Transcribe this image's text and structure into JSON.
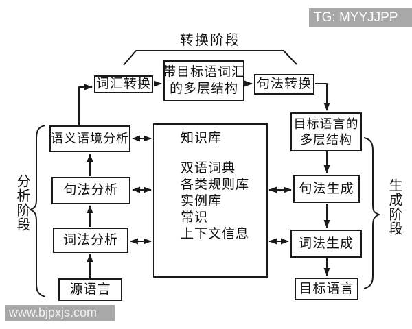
{
  "phase_labels": {
    "transfer": "转换阶段",
    "analysis": "分析阶段",
    "generation": "生成阶段"
  },
  "transfer_row": {
    "lexical_transfer": "词汇转换",
    "target_vocab_structure": {
      "line1": "带目标语词汇",
      "line2": "的多层结构"
    },
    "syntactic_transfer": "句法转换"
  },
  "analysis_column": {
    "semantic_context_analysis": "语义语境分析",
    "syntactic_analysis": "句法分析",
    "lexical_analysis": "词法分析",
    "source_language": "源语言"
  },
  "generation_column": {
    "target_structure": {
      "line1": "目标语言的",
      "line2": "多层结构"
    },
    "syntactic_generation": "句法生成",
    "lexical_generation": "词法生成",
    "target_language": "目标语言"
  },
  "knowledge_base": {
    "title": "知识库",
    "items": [
      "双语词典",
      "各类规则库",
      "实例库",
      "常识",
      "上下文信息"
    ]
  },
  "watermarks": {
    "top": "TG: MYYJJPP",
    "bottom": "www.bjpxjs.com"
  },
  "colors": {
    "line": "#1a1a1a",
    "watermark_bg": "#a8a8a8",
    "watermark_text": "#ffffff"
  }
}
